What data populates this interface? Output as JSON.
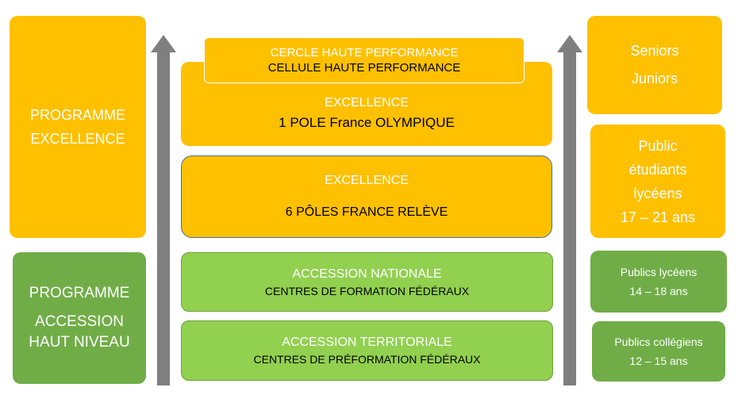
{
  "left": {
    "excellence_program": [
      "PROGRAMME",
      "EXCELLENCE"
    ],
    "accession_program": [
      "PROGRAMME",
      "ACCESSION",
      "HAUT NIVEAU"
    ]
  },
  "center": {
    "cercle": "CERCLE HAUTE PERFORMANCE",
    "cellule": "CELLULE HAUTE PERFORMANCE",
    "olympique_title": "EXCELLENCE",
    "olympique_sub": "1 POLE France OLYMPIQUE",
    "releve_title": "EXCELLENCE",
    "releve_sub": "6 PÔLES FRANCE RELÈVE",
    "nationale_title": "ACCESSION NATIONALE",
    "nationale_sub": "CENTRES DE FORMATION FÉDÉRAUX",
    "territoriale_title": "ACCESSION TERRITORIALE",
    "territoriale_sub": "CENTRES DE PRÉFORMATION FÉDÉRAUX"
  },
  "right": {
    "seniors": "Seniors",
    "juniors": "Juniors",
    "public_lines": [
      "Public",
      "étudiants",
      "lycéens",
      "17 – 21 ans"
    ],
    "lyceens_lines": [
      "Publics lycéens",
      "14 – 18 ans"
    ],
    "collegiens_lines": [
      "Publics collégiens",
      "12 – 15 ans"
    ]
  },
  "colors": {
    "orange": "#FFC000",
    "green_light": "#92D050",
    "green_dark": "#70AD47",
    "arrow": "#7F7F7F",
    "blue_border": "#41719C"
  }
}
